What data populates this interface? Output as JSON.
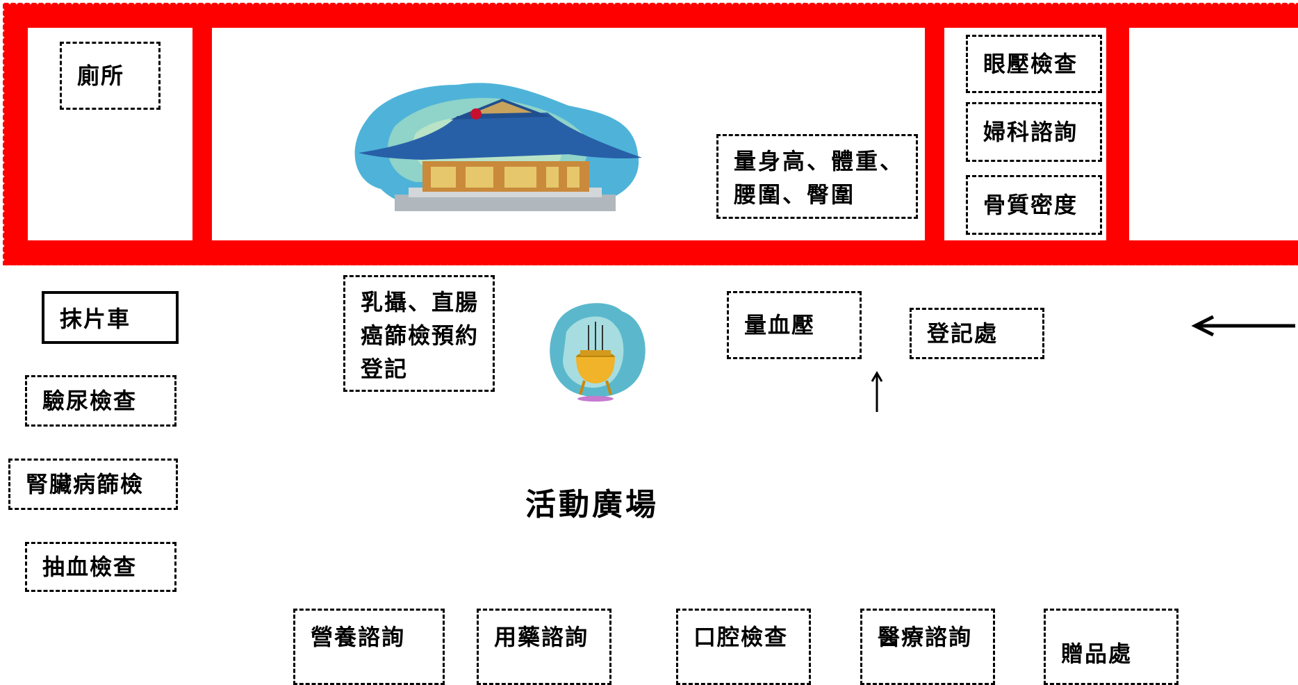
{
  "building": {
    "toilet": "廁所",
    "measure_body": "量身高、體重、腰圍、臀圍",
    "eye_pressure": "眼壓檢查",
    "gynecology": "婦科諮詢",
    "bone_density": "骨質密度"
  },
  "yard": {
    "smear_car": "抹片車",
    "urine_test": "驗尿檢查",
    "kidney_screen": "腎臟病篩檢",
    "blood_test": "抽血檢查",
    "mammo_reg": "乳攝、直腸癌篩檢預約登記",
    "blood_pressure": "量血壓",
    "registration": "登記處",
    "plaza": "活動廣場"
  },
  "bottom_row": [
    "營養諮詢",
    "用藥諮詢",
    "口腔檢查",
    "醫療諮詢",
    "贈品處"
  ],
  "icons": {
    "temple": "temple-icon",
    "incense_burner": "incense-burner-icon",
    "arrow_up": "arrow-up-icon",
    "arrow_left": "arrow-left-icon"
  },
  "colors": {
    "wall": "#ff0000",
    "line": "#000000"
  }
}
